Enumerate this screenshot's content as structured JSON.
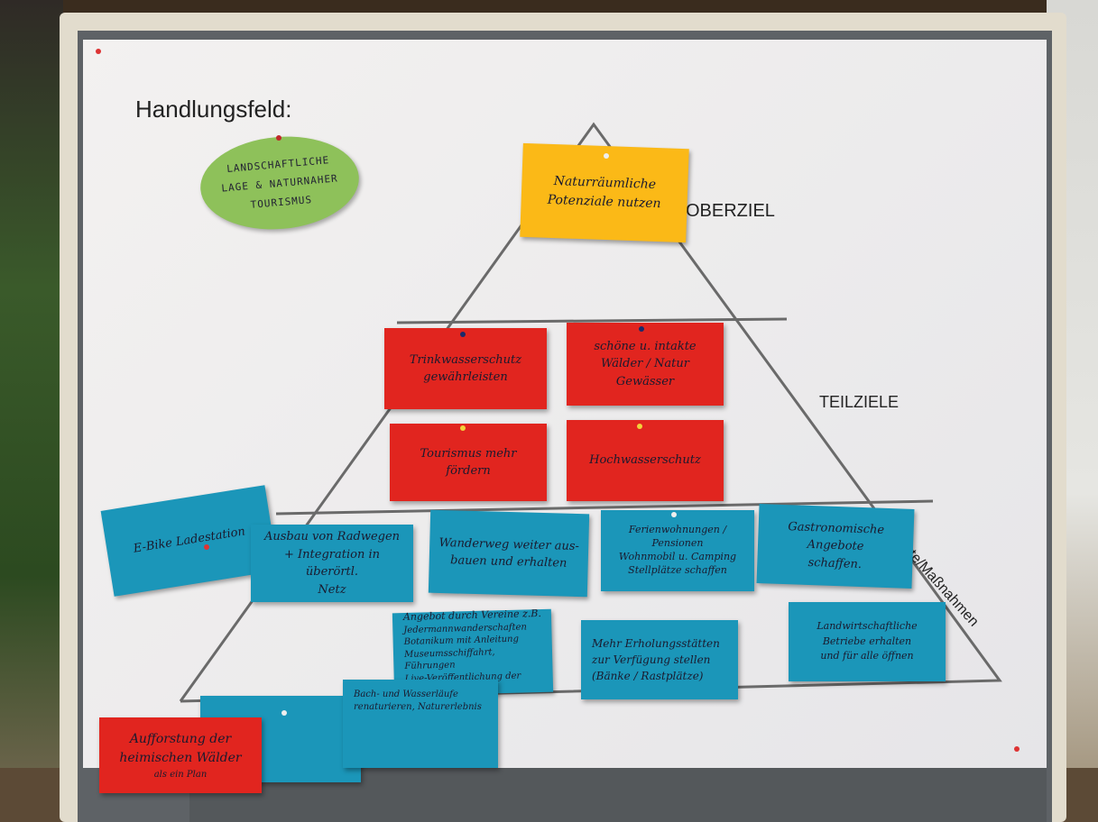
{
  "heading": "Handlungsfeld:",
  "oval": {
    "lines": [
      "LANDSCHAFTLICHE",
      "LAGE & NATURNAHER",
      "TOURISMUS"
    ]
  },
  "labels": {
    "oberziel": "OBERZIEL",
    "teilziele": "TEILZIELE",
    "projekte": "iekte/Maßnahmen"
  },
  "oberziel_card": {
    "lines": [
      "Naturräumliche",
      "Potenziale nutzen"
    ]
  },
  "teilziele_cards": [
    {
      "lines": [
        "Trinkwasserschutz",
        "gewährleisten"
      ]
    },
    {
      "lines": [
        "schöne u. intakte",
        "Wälder / Natur",
        "Gewässer"
      ]
    },
    {
      "lines": [
        "Tourismus mehr",
        "fördern"
      ]
    },
    {
      "lines": [
        "Hochwasserschutz"
      ]
    }
  ],
  "massnahmen_cards": [
    {
      "lines": [
        "E-Bike Ladestation"
      ]
    },
    {
      "lines": [
        "Ausbau von Radwegen",
        "+ Integration in überörtl.",
        "Netz"
      ]
    },
    {
      "lines": [
        "Wanderweg weiter aus-",
        "bauen und erhalten"
      ]
    },
    {
      "lines": [
        "Ferienwohnungen /",
        "Pensionen",
        "Wohnmobil u. Camping",
        "Stellplätze schaffen"
      ]
    },
    {
      "lines": [
        "Gastronomische",
        "Angebote",
        "schaffen."
      ]
    },
    {
      "lines": [
        "Angebot durch Vereine z.B.",
        "Jedermannwanderschaften",
        "Botanikum mit Anleitung",
        "Museumsschiffahrt, Führungen",
        "Live-Veröffentlichung der Touristik"
      ]
    },
    {
      "lines": [
        "Mehr Erholungsstätten",
        "zur Verfügung stellen",
        "(Bänke / Rastplätze)"
      ]
    },
    {
      "lines": [
        "Landwirtschaftliche",
        "Betriebe erhalten",
        "und für alle öffnen"
      ]
    },
    {
      "lines": [
        "Bach- und Wasserläufe",
        "renaturieren, Naturerlebnis"
      ]
    },
    {
      "lines": []
    },
    {
      "lines": [
        "Aufforstung der",
        "heimischen Wälder",
        "als ein Plan"
      ]
    }
  ],
  "colors": {
    "yellow": "#fbb917",
    "red": "#e1251f",
    "blue": "#1b96b9",
    "green": "#8ec15a",
    "paper": "#eeedee"
  }
}
